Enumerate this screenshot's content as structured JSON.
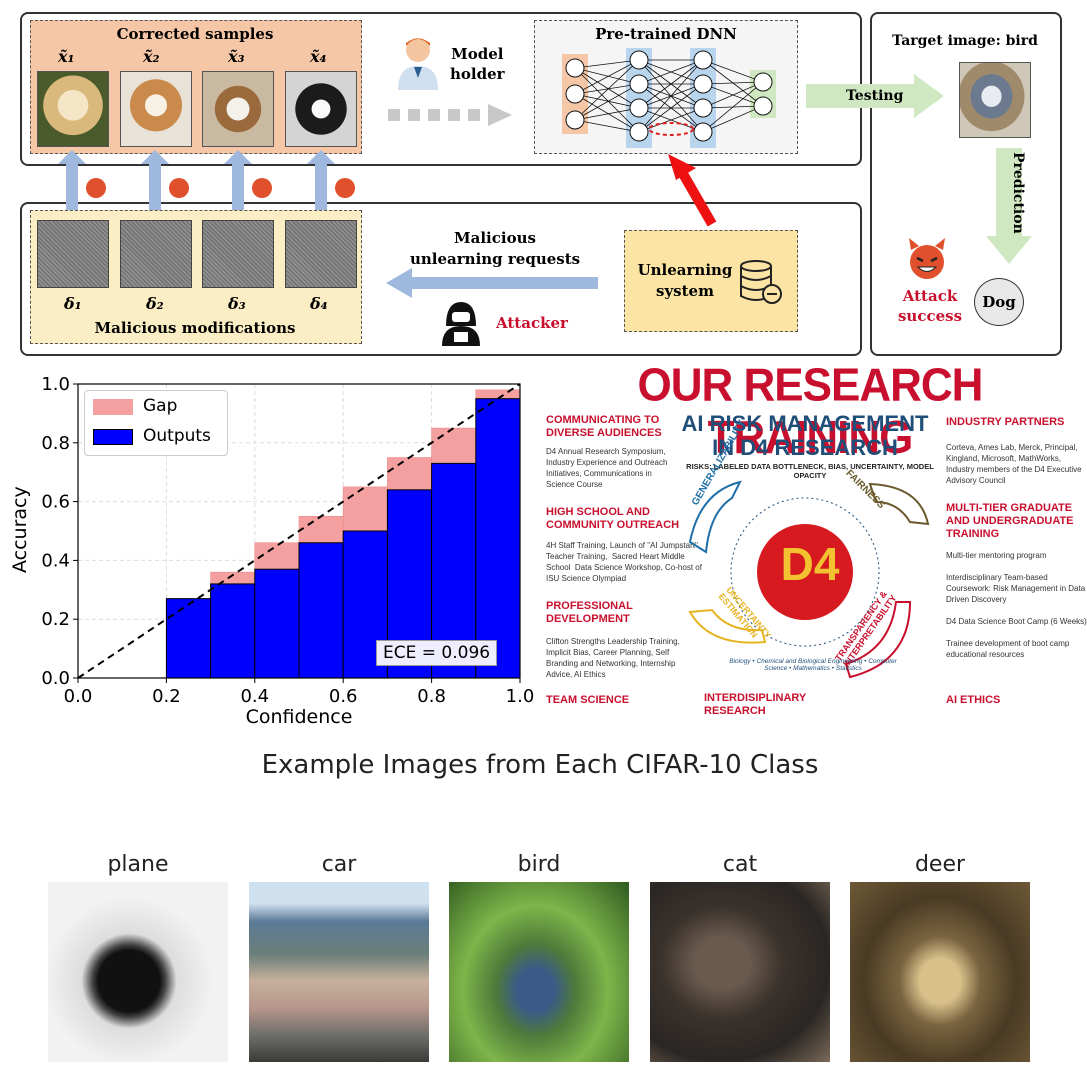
{
  "diagram": {
    "corrected_title": "Corrected samples",
    "corrected_labels": [
      "x̃₁",
      "x̃₂",
      "x̃₃",
      "x̃₄"
    ],
    "model_holder": "Model\nholder",
    "dnn_title": "Pre-trained DNN",
    "target_title": "Target image: bird",
    "testing": "Testing",
    "prediction": "Prediction",
    "malicious_requests": "Malicious\nunlearning requests",
    "unlearning_system": "Unlearning\nsystem",
    "modification_labels": [
      "δ₁",
      "δ₂",
      "δ₃",
      "δ₄"
    ],
    "modifications_title": "Malicious modifications",
    "attacker": "Attacker",
    "attack_success": "Attack\nsuccess",
    "dog": "Dog"
  },
  "chart_data": {
    "type": "bar",
    "title": "",
    "xlabel": "Confidence",
    "ylabel": "Accuracy",
    "xlim": [
      0,
      1
    ],
    "ylim": [
      0,
      1
    ],
    "xticks": [
      "0.0",
      "0.2",
      "0.4",
      "0.6",
      "0.8",
      "1.0"
    ],
    "yticks": [
      "0.0",
      "0.2",
      "0.4",
      "0.6",
      "0.8",
      "1.0"
    ],
    "bin_edges": [
      0.0,
      0.1,
      0.2,
      0.3,
      0.4,
      0.5,
      0.6,
      0.7,
      0.8,
      0.9,
      1.0
    ],
    "series": [
      {
        "name": "Outputs",
        "values": [
          0,
          0,
          0.27,
          0.32,
          0.37,
          0.46,
          0.5,
          0.64,
          0.73,
          0.95
        ]
      },
      {
        "name": "Gap",
        "values": [
          0,
          0,
          0.27,
          0.36,
          0.46,
          0.55,
          0.65,
          0.75,
          0.85,
          0.98
        ]
      }
    ],
    "annotation": "ECE = 0.096",
    "grid": true,
    "legend": "top-left",
    "colors": {
      "outputs": "#0000ff",
      "gap": "#f4a0a0"
    }
  },
  "poster": {
    "title": "OUR RESEARCH TRAINING",
    "center_title": "AI RISK MANAGEMENT\nIN D4 RESEARCH",
    "risks": "RISKS: LABELED DATA BOTTLENECK, BIAS, UNCERTAINTY, MODEL OPACITY",
    "logo": "D4",
    "ring_words": "Biology • Chemical and Biological Engineering • Computer Science • Mathematics • Statistics",
    "hands": [
      "GENERALIZABILITY",
      "FAIRNESS",
      "UNCERTAINTY ESTIMATION",
      "TRANSPARENCY & INTERPRETABILITY"
    ],
    "left": [
      {
        "h": "COMMUNICATING TO\nDIVERSE AUDIENCES",
        "t": "D4 Annual Research Symposium,\nIndustry Experience and Outreach\nInitiatives, Communications in\nScience Course"
      },
      {
        "h": "HIGH SCHOOL AND\nCOMMUNITY OUTREACH",
        "t": "4H Staff Training, Launch of \"AI Jumpstart\"\nTeacher Training,  Sacred Heart Middle\nSchool  Data Science Workshop, Co-host of\nISU Science Olympiad"
      },
      {
        "h": "PROFESSIONAL\nDEVELOPMENT",
        "t": "Clifton Strengths Leadership Training,\nImplicit Bias, Career Planning, Self\nBranding and Networking, Internship\nAdvice, AI Ethics"
      }
    ],
    "team_science": "TEAM SCIENCE",
    "interdisciplinary": "INTERDISIPLINARY\nRESEARCH",
    "right": [
      {
        "h": "INDUSTRY PARTNERS",
        "t": "Corteva, Ames Lab, Merck, Principal,\nKingland, Microsoft, MathWorks,\nIndustry members of the D4 Executive\nAdvisory Council"
      },
      {
        "h": "MULTI-TIER GRADUATE\nAND UNDERGRADUATE\nTRAINING",
        "t": "Multi-tier mentoring program\n\nInterdisciplinary Team-based\nCoursework: Risk Management in Data\nDriven Discovery\n\nD4 Data Science Boot Camp (6 Weeks)\n\nTrainee development of boot camp\neducational resources"
      }
    ],
    "ai_ethics": "AI ETHICS"
  },
  "cifar": {
    "title": "Example Images from Each CIFAR-10 Class",
    "classes": [
      "plane",
      "car",
      "bird",
      "cat",
      "deer"
    ]
  }
}
